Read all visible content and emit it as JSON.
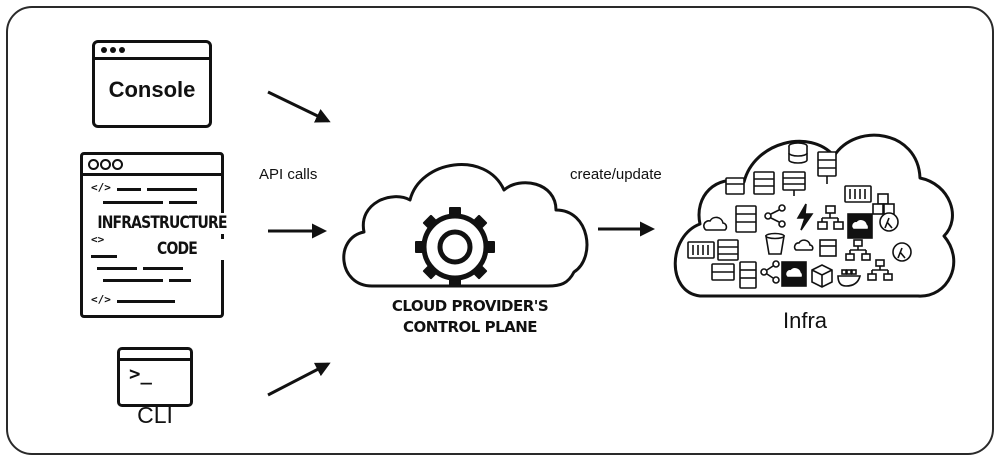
{
  "sources": {
    "console": {
      "label": "Console"
    },
    "iac": {
      "title_line1": "INFRASTRUCTURE",
      "title_line2": "CODE",
      "code_tags": [
        "</>",
        "<>",
        "</>"
      ]
    },
    "cli": {
      "label": "CLI",
      "prompt": ">_"
    }
  },
  "edges": {
    "api_calls": "API calls",
    "create_update": "create/update"
  },
  "control_plane": {
    "line1": "CLOUD PROVIDER'S",
    "line2": "CONTROL PLANE"
  },
  "infra": {
    "label": "Infra",
    "icons": [
      "database-icon",
      "server-icon",
      "server-rack-icon",
      "lambda-icon",
      "cloud-icon",
      "bucket-icon",
      "network-icon",
      "container-icon",
      "cube-icon",
      "storage-icon"
    ]
  }
}
